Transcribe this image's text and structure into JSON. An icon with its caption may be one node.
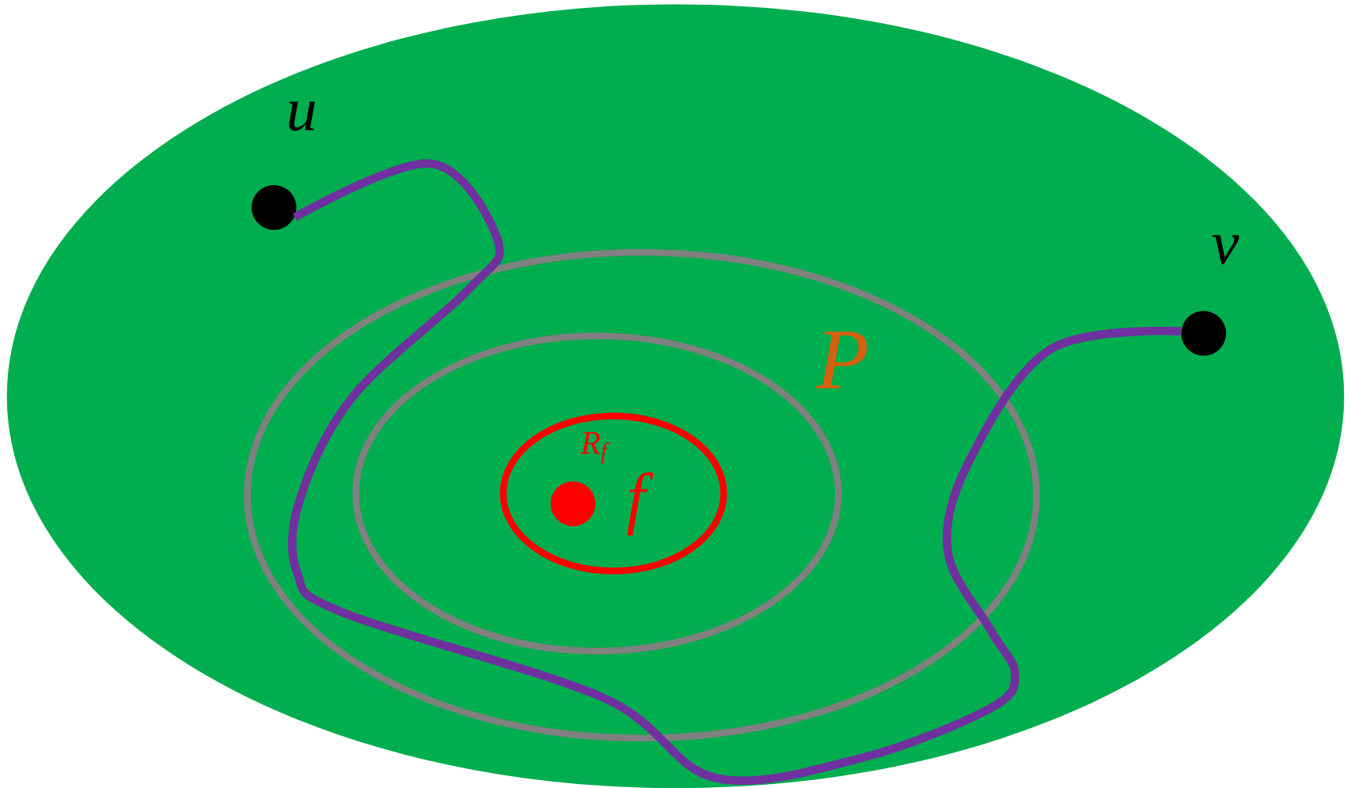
{
  "diagram": {
    "nodes": [
      {
        "text": [],
        "shape": "circle",
        "beside": [
          "u"
        ]
      },
      {
        "text": [],
        "shape": "circle",
        "beside": [
          "v"
        ]
      },
      {
        "text": [],
        "shape": "circle",
        "beside": [
          "f"
        ]
      }
    ],
    "edges": [
      {
        "from": 0,
        "to": 1,
        "arrow": "none",
        "color": "#7030a0"
      }
    ],
    "labels": [
      "P",
      "R$_{f}$"
    ]
  }
}
